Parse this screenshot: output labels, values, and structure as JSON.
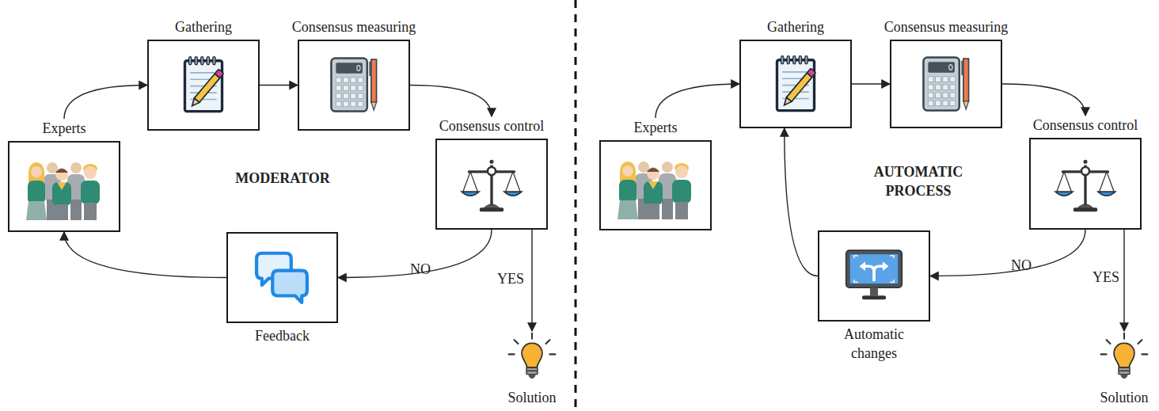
{
  "diagram": {
    "nodes": [
      {
        "text": [
          "Gathering"
        ]
      },
      {
        "text": [
          "Consensus measuring"
        ]
      },
      {
        "text": [
          "Experts"
        ]
      },
      {
        "text": [
          "Consensus control"
        ]
      },
      {
        "text": [
          "Feedback"
        ]
      },
      {
        "text": [
          "Solution"
        ]
      },
      {
        "text": [
          "Gathering"
        ]
      },
      {
        "text": [
          "Consensus measuring"
        ]
      },
      {
        "text": [
          "Experts"
        ]
      },
      {
        "text": [
          "Consensus control"
        ]
      },
      {
        "text": [
          "Automatic changes"
        ]
      },
      {
        "text": [
          "Solution"
        ]
      }
    ],
    "edges": [
      {
        "from": 2,
        "to": 0,
        "arrow": "to"
      },
      {
        "from": 0,
        "to": 1,
        "arrow": "to"
      },
      {
        "from": 1,
        "to": 3,
        "arrow": "to"
      },
      {
        "from": 3,
        "to": 4,
        "label": "NO",
        "arrow": "to"
      },
      {
        "from": 3,
        "to": 5,
        "label": "YES",
        "arrow": "to"
      },
      {
        "from": 4,
        "to": 2,
        "arrow": "to"
      },
      {
        "from": 8,
        "to": 6,
        "arrow": "to"
      },
      {
        "from": 6,
        "to": 7,
        "arrow": "to"
      },
      {
        "from": 7,
        "to": 9,
        "arrow": "to"
      },
      {
        "from": 9,
        "to": 10,
        "label": "NO",
        "arrow": "to"
      },
      {
        "from": 9,
        "to": 11,
        "label": "YES",
        "arrow": "to"
      },
      {
        "from": 10,
        "to": 6,
        "arrow": "to"
      }
    ],
    "labels": [
      "MODERATOR",
      "AUTOMATIC PROCESS"
    ]
  }
}
